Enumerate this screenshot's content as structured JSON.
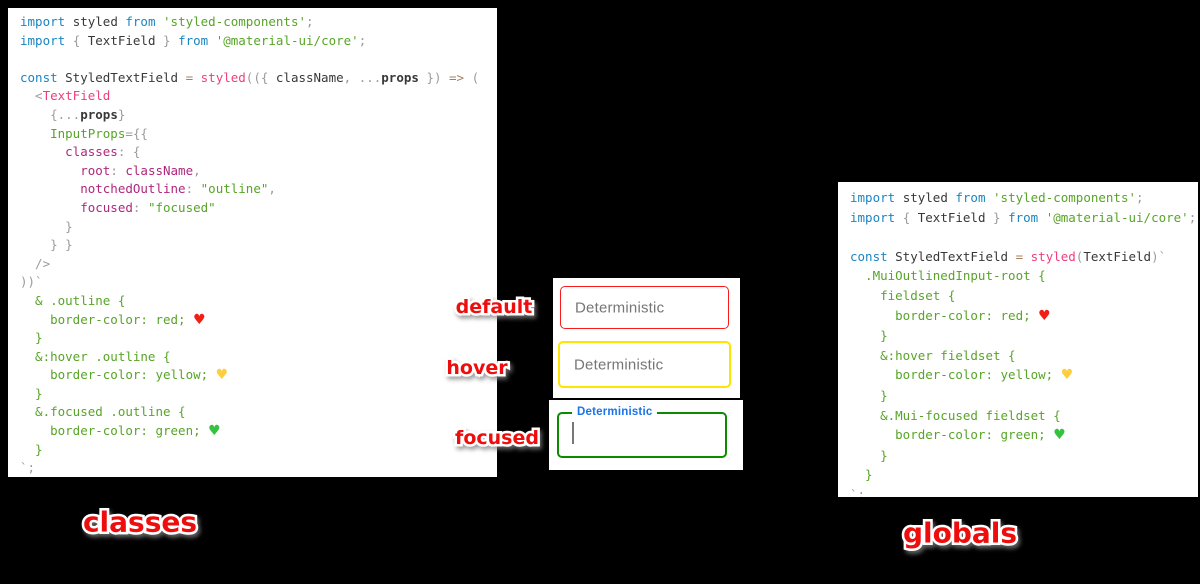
{
  "page": {
    "background": "#000000",
    "panel_background": "#ffffff"
  },
  "palette": {
    "keyword_blue": "#1b85c2",
    "identifier_dark": "#383838",
    "function_pink": "#ef3e7e",
    "property_magenta": "#b0267c",
    "string_green": "#58a428",
    "punctuation_gray": "#9b9b9b",
    "operator_gold": "#a67f59",
    "label_red": "#ee0d0d",
    "border_default_red": "#fa1a1a",
    "border_hover_yellow": "#ffe400",
    "border_focused_green": "#0c8b00",
    "focused_label_blue": "#1a73e8",
    "placeholder_gray": "#767676",
    "heart_red": "#f02014",
    "heart_yellow": "#ffce3f",
    "heart_green": "#35c33f"
  },
  "code_left": {
    "lines": [
      [
        [
          "kw",
          "import "
        ],
        [
          "id",
          "styled "
        ],
        [
          "kw",
          "from "
        ],
        [
          "str",
          "'styled-components'"
        ],
        [
          "pun",
          ";"
        ]
      ],
      [
        [
          "kw",
          "import "
        ],
        [
          "pun",
          "{ "
        ],
        [
          "id",
          "TextField "
        ],
        [
          "pun",
          "} "
        ],
        [
          "kw",
          "from "
        ],
        [
          "str",
          "'@material-ui/core'"
        ],
        [
          "pun",
          ";"
        ]
      ],
      [],
      [
        [
          "kw",
          "const "
        ],
        [
          "id",
          "StyledTextField "
        ],
        [
          "op",
          "= "
        ],
        [
          "pink",
          "styled"
        ],
        [
          "pun",
          "(({ "
        ],
        [
          "id",
          "className"
        ],
        [
          "pun",
          ", ..."
        ],
        [
          "idb",
          "props"
        ],
        [
          "pun",
          " }) "
        ],
        [
          "op",
          "=> "
        ],
        [
          "pun",
          "("
        ]
      ],
      [
        [
          "pun",
          "  <"
        ],
        [
          "pink",
          "TextField"
        ]
      ],
      [
        [
          "pun",
          "    {..."
        ],
        [
          "idb",
          "props"
        ],
        [
          "pun",
          "}"
        ]
      ],
      [
        [
          "grn",
          "    InputProps"
        ],
        [
          "pun",
          "={{"
        ]
      ],
      [
        [
          "key",
          "      classes"
        ],
        [
          "pun",
          ": {"
        ]
      ],
      [
        [
          "key",
          "        root"
        ],
        [
          "pun",
          ": "
        ],
        [
          "key",
          "className"
        ],
        [
          "pun",
          ","
        ]
      ],
      [
        [
          "key",
          "        notchedOutline"
        ],
        [
          "pun",
          ": "
        ],
        [
          "str",
          "\"outline\""
        ],
        [
          "pun",
          ","
        ]
      ],
      [
        [
          "key",
          "        focused"
        ],
        [
          "pun",
          ": "
        ],
        [
          "str",
          "\"focused\""
        ]
      ],
      [
        [
          "pun",
          "      }"
        ]
      ],
      [
        [
          "pun",
          "    } }"
        ]
      ],
      [
        [
          "pun",
          "  />"
        ]
      ],
      [
        [
          "pun",
          "))`"
        ]
      ],
      [
        [
          "grn",
          "  & .outline {"
        ]
      ],
      [
        [
          "grn",
          "    border-color: red; "
        ],
        [
          "em-r",
          "♥"
        ]
      ],
      [
        [
          "grn",
          "  }"
        ]
      ],
      [
        [
          "grn",
          "  &:hover .outline {"
        ]
      ],
      [
        [
          "grn",
          "    border-color: yellow; "
        ],
        [
          "em-y",
          "♥"
        ]
      ],
      [
        [
          "grn",
          "  }"
        ]
      ],
      [
        [
          "grn",
          "  &.focused .outline {"
        ]
      ],
      [
        [
          "grn",
          "    border-color: green; "
        ],
        [
          "em-g",
          "♥"
        ]
      ],
      [
        [
          "grn",
          "  }"
        ]
      ],
      [
        [
          "pun",
          "`;"
        ]
      ]
    ]
  },
  "code_right": {
    "lines": [
      [
        [
          "kw",
          "import "
        ],
        [
          "id",
          "styled "
        ],
        [
          "kw",
          "from "
        ],
        [
          "str",
          "'styled-components'"
        ],
        [
          "pun",
          ";"
        ]
      ],
      [
        [
          "kw",
          "import "
        ],
        [
          "pun",
          "{ "
        ],
        [
          "id",
          "TextField "
        ],
        [
          "pun",
          "} "
        ],
        [
          "kw",
          "from "
        ],
        [
          "str",
          "'@material-ui/core'"
        ],
        [
          "pun",
          ";"
        ]
      ],
      [],
      [
        [
          "kw",
          "const "
        ],
        [
          "id",
          "StyledTextField "
        ],
        [
          "op",
          "= "
        ],
        [
          "pink",
          "styled"
        ],
        [
          "pun",
          "("
        ],
        [
          "id",
          "TextField"
        ],
        [
          "pun",
          ")`"
        ]
      ],
      [
        [
          "grn",
          "  .MuiOutlinedInput-root {"
        ]
      ],
      [
        [
          "grn",
          "    fieldset {"
        ]
      ],
      [
        [
          "grn",
          "      border-color: red; "
        ],
        [
          "em-r",
          "♥"
        ]
      ],
      [
        [
          "grn",
          "    }"
        ]
      ],
      [
        [
          "grn",
          "    &:hover fieldset {"
        ]
      ],
      [
        [
          "grn",
          "      border-color: yellow; "
        ],
        [
          "em-y",
          "♥"
        ]
      ],
      [
        [
          "grn",
          "    }"
        ]
      ],
      [
        [
          "grn",
          "    &.Mui-focused fieldset {"
        ]
      ],
      [
        [
          "grn",
          "      border-color: green; "
        ],
        [
          "em-g",
          "♥"
        ]
      ],
      [
        [
          "grn",
          "    }"
        ]
      ],
      [
        [
          "grn",
          "  }"
        ]
      ],
      [
        [
          "pun",
          "`;"
        ]
      ]
    ]
  },
  "fields": {
    "default": {
      "placeholder": "Deterministic"
    },
    "hover": {
      "placeholder": "Deterministic"
    },
    "focused": {
      "label": "Deterministic",
      "value": ""
    }
  },
  "labels": {
    "default": "default",
    "hover": "hover",
    "focused": "focused",
    "classes": "classes",
    "globals": "globals"
  }
}
